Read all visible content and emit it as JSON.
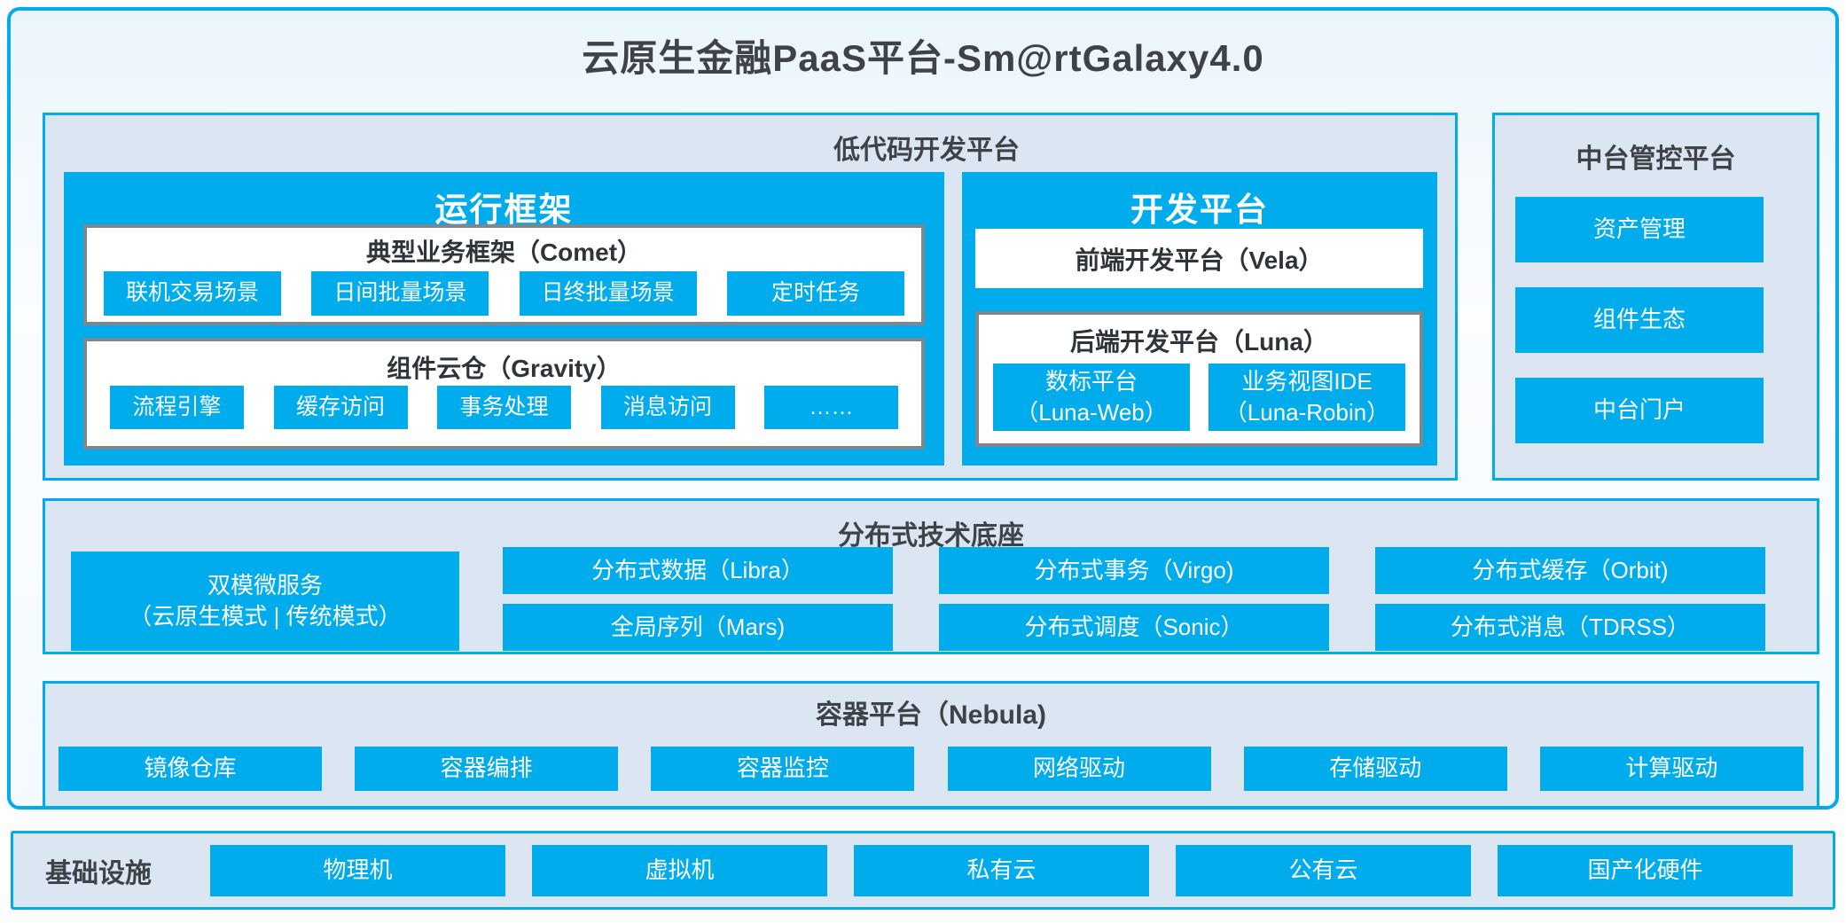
{
  "title": "云原生金融PaaS平台-Sm@rtGalaxy4.0",
  "colors": {
    "main_blue": "#00ACEC",
    "panel_bg": "#DCE6F2",
    "gray_border": "#7E868E",
    "dark_text": "#3D4349",
    "white": "#FFFFFF"
  },
  "lowcode": {
    "title": "低代码开发平台",
    "runtime": {
      "title": "运行框架",
      "comet": {
        "title": "典型业务框架（Comet）",
        "items": [
          "联机交易场景",
          "日间批量场景",
          "日终批量场景",
          "定时任务"
        ]
      },
      "gravity": {
        "title": "组件云仓（Gravity）",
        "items": [
          "流程引擎",
          "缓存访问",
          "事务处理",
          "消息访问",
          "……"
        ]
      }
    },
    "dev": {
      "title": "开发平台",
      "vela_label": "前端开发平台（Vela）",
      "luna": {
        "title": "后端开发平台（Luna）",
        "items": [
          {
            "line1": "数标平台",
            "line2": "（Luna-Web）"
          },
          {
            "line1": "业务视图IDE",
            "line2": "（Luna-Robin）"
          }
        ]
      }
    }
  },
  "midplatform": {
    "title": "中台管控平台",
    "items": [
      "资产管理",
      "组件生态",
      "中台门户"
    ]
  },
  "distributed": {
    "title": "分布式技术底座",
    "dual_mode": {
      "line1": "双模微服务",
      "line2": "（云原生模式 | 传统模式）"
    },
    "columns": [
      [
        "分布式数据（Libra）",
        "全局序列（Mars)"
      ],
      [
        "分布式事务（Virgo)",
        "分布式调度（Sonic）"
      ],
      [
        "分布式缓存（Orbit)",
        "分布式消息（TDRSS）"
      ]
    ]
  },
  "container_platform": {
    "title": "容器平台（Nebula)",
    "items": [
      "镜像仓库",
      "容器编排",
      "容器监控",
      "网络驱动",
      "存储驱动",
      "计算驱动"
    ]
  },
  "infrastructure": {
    "title": "基础设施",
    "items": [
      "物理机",
      "虚拟机",
      "私有云",
      "公有云",
      "国产化硬件"
    ]
  }
}
